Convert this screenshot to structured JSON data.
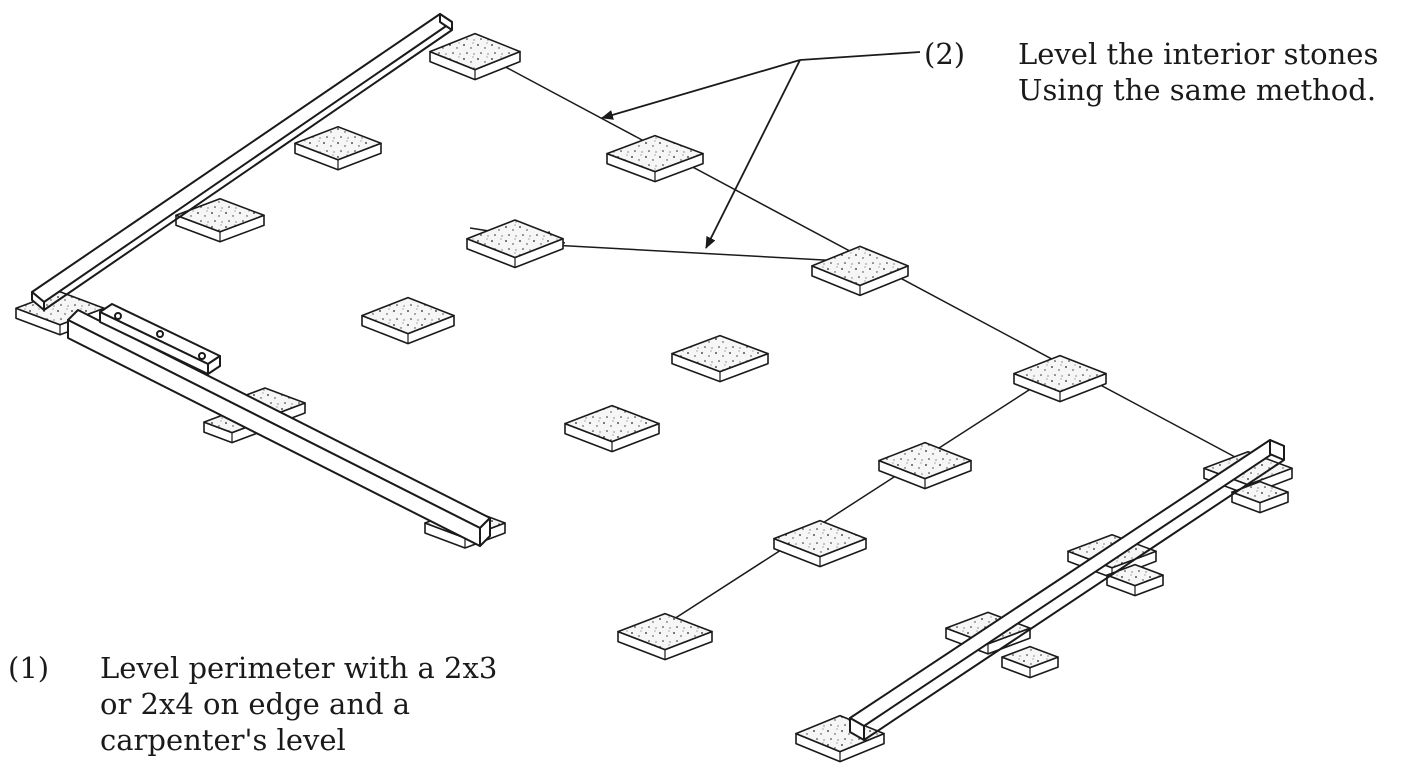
{
  "annotations": {
    "note1": {
      "number": "(1)",
      "lines": [
        "Level perimeter with a 2x3",
        "or 2x4 on edge and a",
        "carpenter's level"
      ]
    },
    "note2": {
      "number": "(2)",
      "lines": [
        "Level the interior stones",
        "Using the same method."
      ]
    }
  },
  "colors": {
    "ink": "#1a1a1a",
    "stone_fill": "#f4f4f4",
    "background": "#ffffff"
  }
}
